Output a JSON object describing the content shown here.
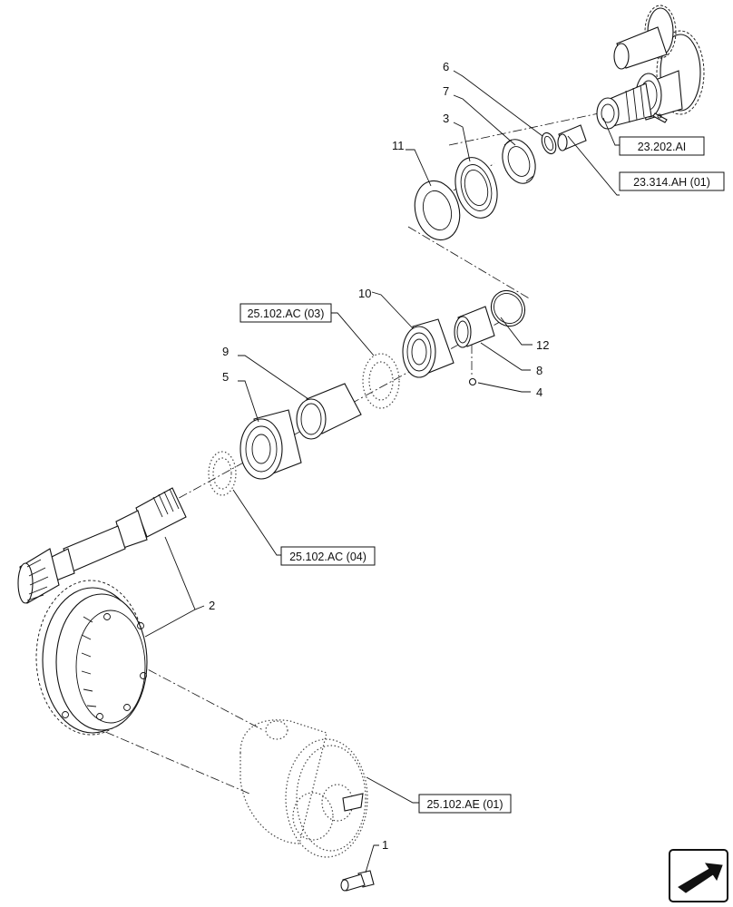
{
  "callouts": {
    "p1": "1",
    "p2": "2",
    "p3": "3",
    "p4": "4",
    "p5": "5",
    "p6": "6",
    "p7": "7",
    "p8": "8",
    "p9": "9",
    "p10": "10",
    "p11": "11",
    "p12": "12"
  },
  "references": {
    "r23202ai": "23.202.AI",
    "r23314ah01": "23.314.AH (01)",
    "r25102ac03": "25.102.AC (03)",
    "r25102ac04": "25.102.AC (04)",
    "r25102ae01": "25.102.AE (01)"
  },
  "icons": {
    "nav": "next-page-arrow-icon"
  }
}
